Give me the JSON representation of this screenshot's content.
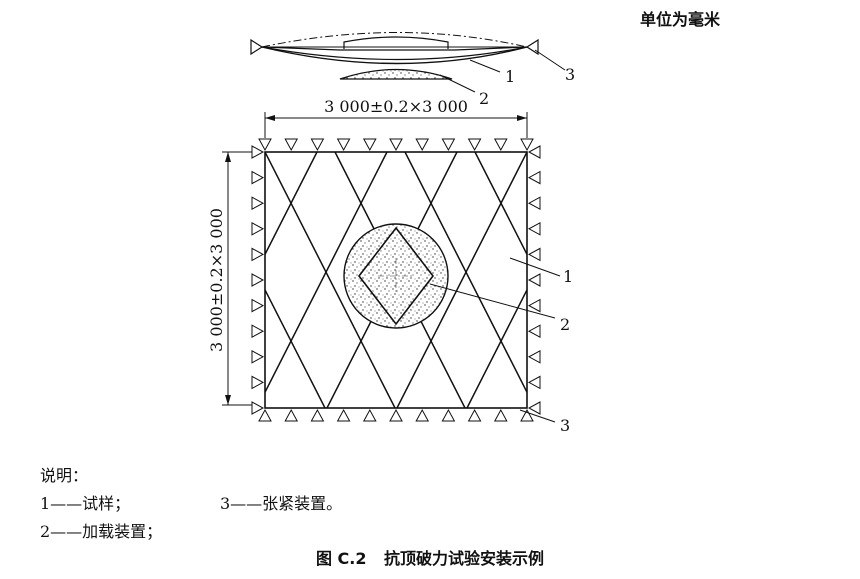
{
  "unit_note": "单位为毫米",
  "dimensions": {
    "horizontal": "3 000±0.2×3 000",
    "vertical": "3 000±0.2×3 000"
  },
  "callouts": {
    "top_view": [
      "1",
      "2",
      "3"
    ],
    "plan_view": [
      "1",
      "2",
      "3"
    ]
  },
  "legend": {
    "title": "说明：",
    "items": [
      {
        "text": "1——试样；"
      },
      {
        "text": "3——张紧装置。"
      },
      {
        "text": "2——加载装置；"
      }
    ]
  },
  "caption": {
    "number": "图 C.2",
    "title": "抗顶破力试验安装示例"
  }
}
